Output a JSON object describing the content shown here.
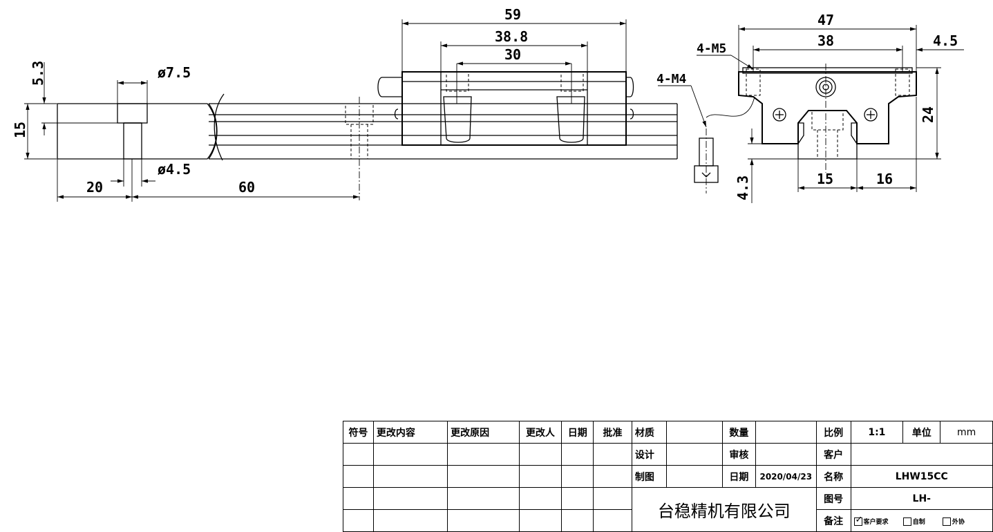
{
  "dimensions": {
    "side": {
      "d_5_3": "5.3",
      "d_15": "15",
      "d_phi7_5": "ø7.5",
      "d_phi4_5": "ø4.5",
      "d_20": "20",
      "d_60": "60",
      "d_59": "59",
      "d_38_8": "38.8",
      "d_30": "30"
    },
    "end": {
      "d_47": "47",
      "d_38": "38",
      "d_4_5": "4.5",
      "d_24": "24",
      "d_4_3": "4.3",
      "d_15": "15",
      "d_16": "16",
      "thread_m5": "4-M5",
      "thread_m4": "4-M4"
    }
  },
  "title_block": {
    "revision_headers": [
      "符号",
      "更改内容",
      "更改原因",
      "更改人",
      "日期",
      "批准"
    ],
    "material_label": "材质",
    "quantity_label": "数量",
    "design_label": "设计",
    "review_label": "审核",
    "drafter_label": "制图",
    "date_label": "日期",
    "date_value": "2020/04/23",
    "company": "台稳精机有限公司",
    "scale_label": "比例",
    "scale_value": "1:1",
    "unit_label": "单位",
    "unit_value": "mm",
    "customer_label": "客户",
    "customer_value": "",
    "name_label": "名称",
    "name_value": "LHW15CC",
    "drawing_no_label": "图号",
    "drawing_no_value": "LH-",
    "remark_label": "备注",
    "remark_options": [
      "客户要求",
      "自制",
      "外协"
    ]
  }
}
